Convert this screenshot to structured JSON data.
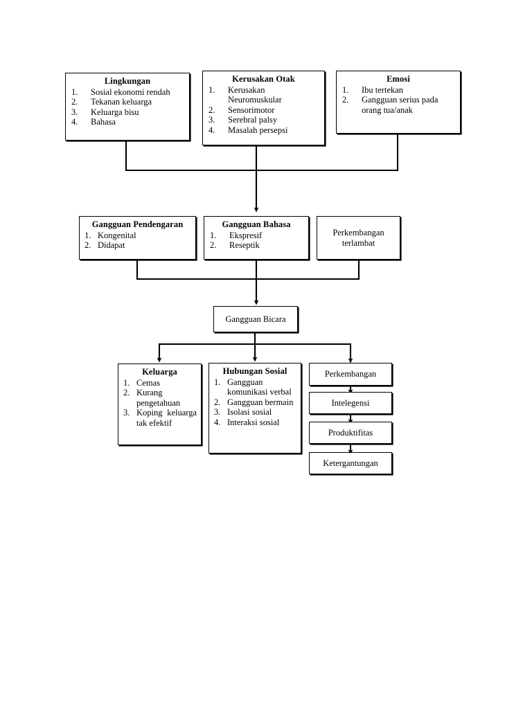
{
  "diagram": {
    "title": "Pathway diagram of gangguan bicara (speech disorder)",
    "colors": {
      "line": "#000000",
      "box_border": "#000000",
      "background": "#ffffff"
    },
    "nodes": {
      "lingkungan": {
        "title": "Lingkungan",
        "items": [
          {
            "num": "1.",
            "text": "Sosial ekonomi rendah"
          },
          {
            "num": "2.",
            "text": "Tekanan keluarga"
          },
          {
            "num": "3.",
            "text": "Keluarga bisu"
          },
          {
            "num": "4.",
            "text": "Bahasa"
          }
        ]
      },
      "kerusakan_otak": {
        "title": "Kerusakan Otak",
        "items": [
          {
            "num": "1.",
            "text": "Kerusakan Neuromuskular"
          },
          {
            "num": "2.",
            "text": "Sensorimotor"
          },
          {
            "num": "3.",
            "text": "Serebral palsy"
          },
          {
            "num": "4.",
            "text": "Masalah persepsi"
          }
        ]
      },
      "emosi": {
        "title": "Emosi",
        "items": [
          {
            "num": "1.",
            "text": "Ibu tertekan"
          },
          {
            "num": "2.",
            "text": "Gangguan serius pada orang tua/anak"
          }
        ]
      },
      "gangguan_pendengaran": {
        "title": "Gangguan Pendengaran",
        "items": [
          {
            "num": "1.",
            "text": "Kongenital"
          },
          {
            "num": "2.",
            "text": "Didapat"
          }
        ]
      },
      "gangguan_bahasa": {
        "title": "Gangguan Bahasa",
        "items": [
          {
            "num": "1.",
            "text": "Ekspresif"
          },
          {
            "num": "2.",
            "text": "Reseptik"
          }
        ]
      },
      "perkembangan_terlambat": {
        "label": "Perkembangan terlambat"
      },
      "gangguan_bicara": {
        "label": "Gangguan Bicara"
      },
      "keluarga": {
        "title": "Keluarga",
        "items": [
          {
            "num": "1.",
            "text": "Cemas"
          },
          {
            "num": "2.",
            "text": "Kurang pengetahuan"
          },
          {
            "num": "3.",
            "text": "Koping keluarga tak efektif"
          }
        ]
      },
      "hubungan_sosial": {
        "title": "Hubungan Sosial",
        "items": [
          {
            "num": "1.",
            "text": "Gangguan komunikasi verbal"
          },
          {
            "num": "2.",
            "text": "Gangguan bermain"
          },
          {
            "num": "3.",
            "text": "Isolasi sosial"
          },
          {
            "num": "4.",
            "text": "Interaksi sosial"
          }
        ]
      },
      "perkembangan": {
        "label": "Perkembangan"
      },
      "intelegensi": {
        "label": "Intelegensi"
      },
      "produktifitas": {
        "label": "Produktifitas"
      },
      "ketergantungan": {
        "label": "Ketergantungan"
      }
    }
  }
}
